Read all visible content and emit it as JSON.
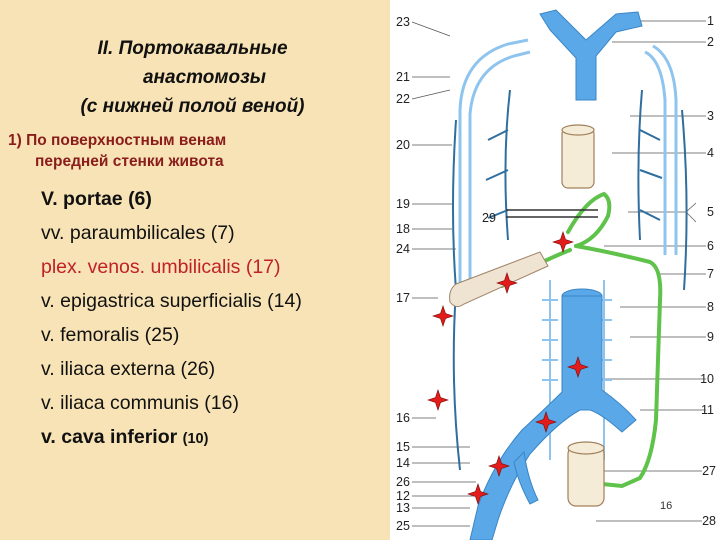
{
  "title": {
    "line1": "II. Портокавальные",
    "line2": "анастомозы",
    "line3": "(с нижней полой веной)"
  },
  "subtitle": {
    "line1": "1) По поверхностным венам",
    "line2": "передней стенки живота"
  },
  "veins": [
    {
      "text": "V. portae (6)"
    },
    {
      "text": "vv. paraumbilicales (7)"
    },
    {
      "text": "plex. venos. umbilicalis (17)"
    },
    {
      "text": "v. epigastrica superficialis (14)"
    },
    {
      "text": "v. femoralis (25)"
    },
    {
      "text": "v. iliaca externa (26)"
    },
    {
      "text": "v. iliaca communis (16)"
    },
    {
      "text": "v. cava inferior",
      "suffix": "(10)"
    }
  ],
  "diagram": {
    "left_labels": [
      "23",
      "21",
      "22",
      "20",
      "19",
      "18",
      "24",
      "17",
      "16",
      "15",
      "14",
      "26",
      "12",
      "13",
      "25"
    ],
    "right_labels": [
      "1",
      "2",
      "3",
      "4",
      "5",
      "6",
      "7",
      "8",
      "9",
      "10",
      "11",
      "27",
      "28"
    ],
    "inner_label": "29",
    "page_number": "16"
  },
  "colors": {
    "background": "#f7e3b5",
    "subtitle": "#8a1c1c",
    "highlight_text": "#c0202a",
    "vena_cava": "#5aa8e8",
    "portal_system": "#5fc24a",
    "marker": "#e21b1b"
  }
}
